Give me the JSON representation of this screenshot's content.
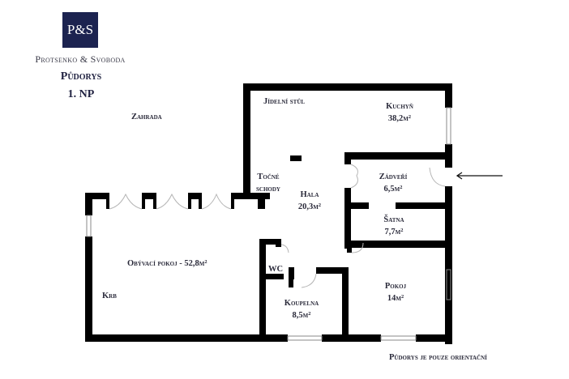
{
  "brand": {
    "logo_text": "P&S",
    "company_name": "Protsenko & Svoboda",
    "logo_color": "#1c2350"
  },
  "title": {
    "line1": "Půdorys",
    "line2": "1. NP"
  },
  "rooms": {
    "zahrada": {
      "name": "Zahrada"
    },
    "jidelni_stul": {
      "name": "Jídelní stůl"
    },
    "kuchyn": {
      "name": "Kuchyň",
      "area": "38,2m²"
    },
    "tocne_schody": {
      "line1": "Točné",
      "line2": "schody"
    },
    "hala": {
      "name": "Hala",
      "area": "20,3m²"
    },
    "zadveri": {
      "name": "Zádveří",
      "area": "6,5m²"
    },
    "satna": {
      "name": "Šatna",
      "area": "7,7m²"
    },
    "obyvaci_pokoj": {
      "name": "Obývací pokoj - 52,8m²"
    },
    "wc": {
      "name": "WC"
    },
    "krb": {
      "name": "Krb"
    },
    "koupelna": {
      "name": "Koupelna",
      "area": "8,5m²"
    },
    "pokoj": {
      "name": "Pokoj",
      "area": "14m²"
    }
  },
  "entrance_arrow": "arrow-left-icon",
  "footer_note": "Půdorys je pouze orientační",
  "colors": {
    "wall": "#000000",
    "door_arc": "#b0b0b0",
    "text": "#2a2a3a"
  }
}
